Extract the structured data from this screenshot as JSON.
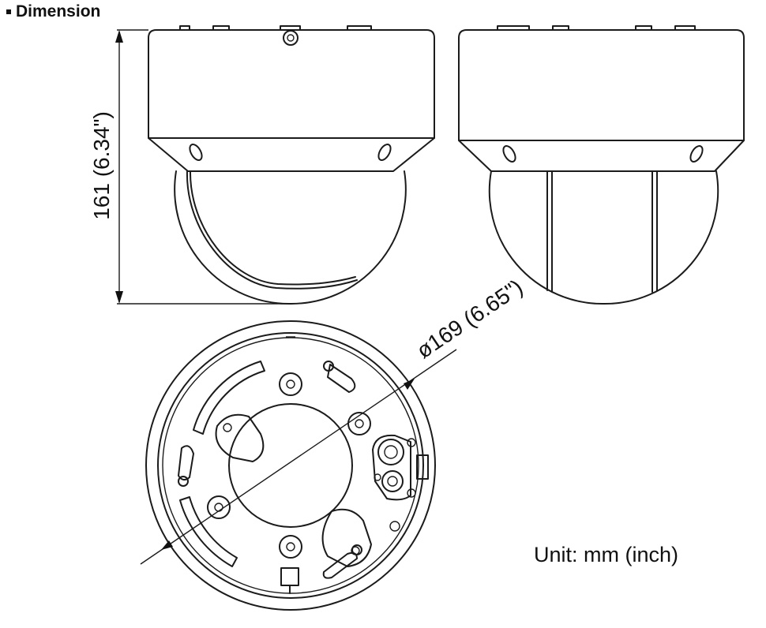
{
  "section_title": "Dimension",
  "dimensions": {
    "height_label": "161 (6.34\")",
    "diameter_label": "ø169 (6.65\")",
    "unit_label": "Unit: mm (inch)"
  },
  "icons": [
    "bullet-square-icon"
  ]
}
